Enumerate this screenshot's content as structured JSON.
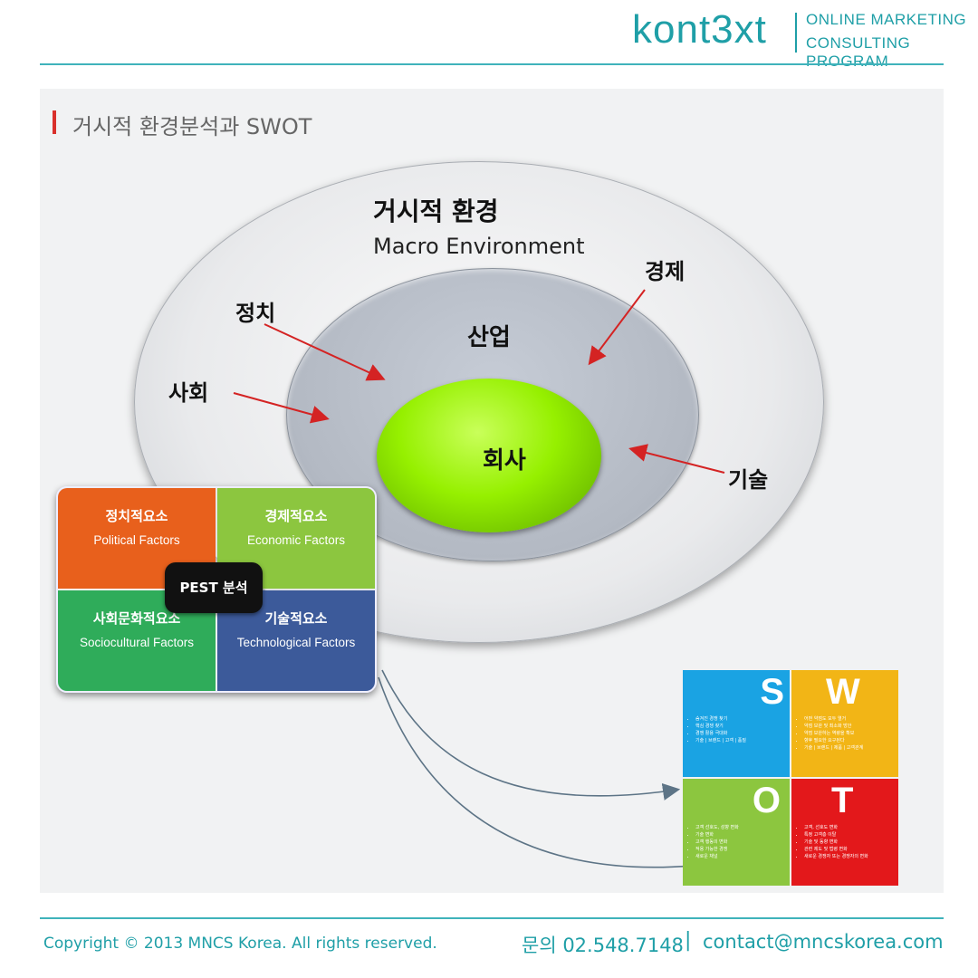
{
  "header": {
    "brand": "kont3xt",
    "tagline_line1": "ONLINE MARKETING",
    "tagline_line2": "CONSULTING PROGRAM",
    "colors": {
      "teal": "#1f9fa7"
    }
  },
  "section_title": "거시적 환경분석과 SWOT",
  "diagram": {
    "outer_title_kr": "거시적 환경",
    "outer_title_en": "Macro Environment",
    "middle_label": "산업",
    "inner_label": "회사",
    "forces": [
      "정치",
      "경제",
      "사회",
      "기술"
    ],
    "arrow_color": "#d42323"
  },
  "pest": {
    "center_label": "PEST 분석",
    "quadrants": [
      {
        "kr": "정치적요소",
        "en": "Political Factors",
        "color": "#e8601c"
      },
      {
        "kr": "경제적요소",
        "en": "Economic Factors",
        "color": "#8cc63f"
      },
      {
        "kr": "사회문화적요소",
        "en": "Sociocultural Factors",
        "color": "#2fac5a"
      },
      {
        "kr": "기술적요소",
        "en": "Technological Factors",
        "color": "#3c5a9a"
      }
    ]
  },
  "swot": {
    "quadrants": [
      {
        "letter": "S",
        "color": "#1aa3e3",
        "items": [
          "숨겨진 경쟁 찾기",
          "핵심 경쟁 찾기",
          "경쟁 활용 극대화",
          "기술 | 브랜드 | 고객 | 품질"
        ]
      },
      {
        "letter": "W",
        "color": "#f2b516",
        "items": [
          "어떤 약점도 모두 열거",
          "약점 보완 및 최소화 방안",
          "약점 보완하는 역량을 확보",
          "향후 필요한 요구된다",
          "기술 | 브랜드 | 제품 | 고객관계"
        ]
      },
      {
        "letter": "O",
        "color": "#8cc63f",
        "items": [
          "고객 선호도, 성향 변화",
          "기술 변화",
          "고객 행동의 변화",
          "적용 가능한 경쟁",
          "새로운 채널"
        ]
      },
      {
        "letter": "T",
        "color": "#e3181b",
        "items": [
          "고객, 선호도 변화",
          "특정 고객층 이탈",
          "기술 및 동향 변화",
          "관련 제도 및 법령 변화",
          "새로운 경쟁자 또는 경쟁자의 변화"
        ]
      }
    ]
  },
  "footer": {
    "copyright": "Copyright © 2013 MNCS Korea. All rights reserved.",
    "phone": "문의 02.548.7148",
    "separator": "|",
    "email": "contact@mncskorea.com"
  }
}
